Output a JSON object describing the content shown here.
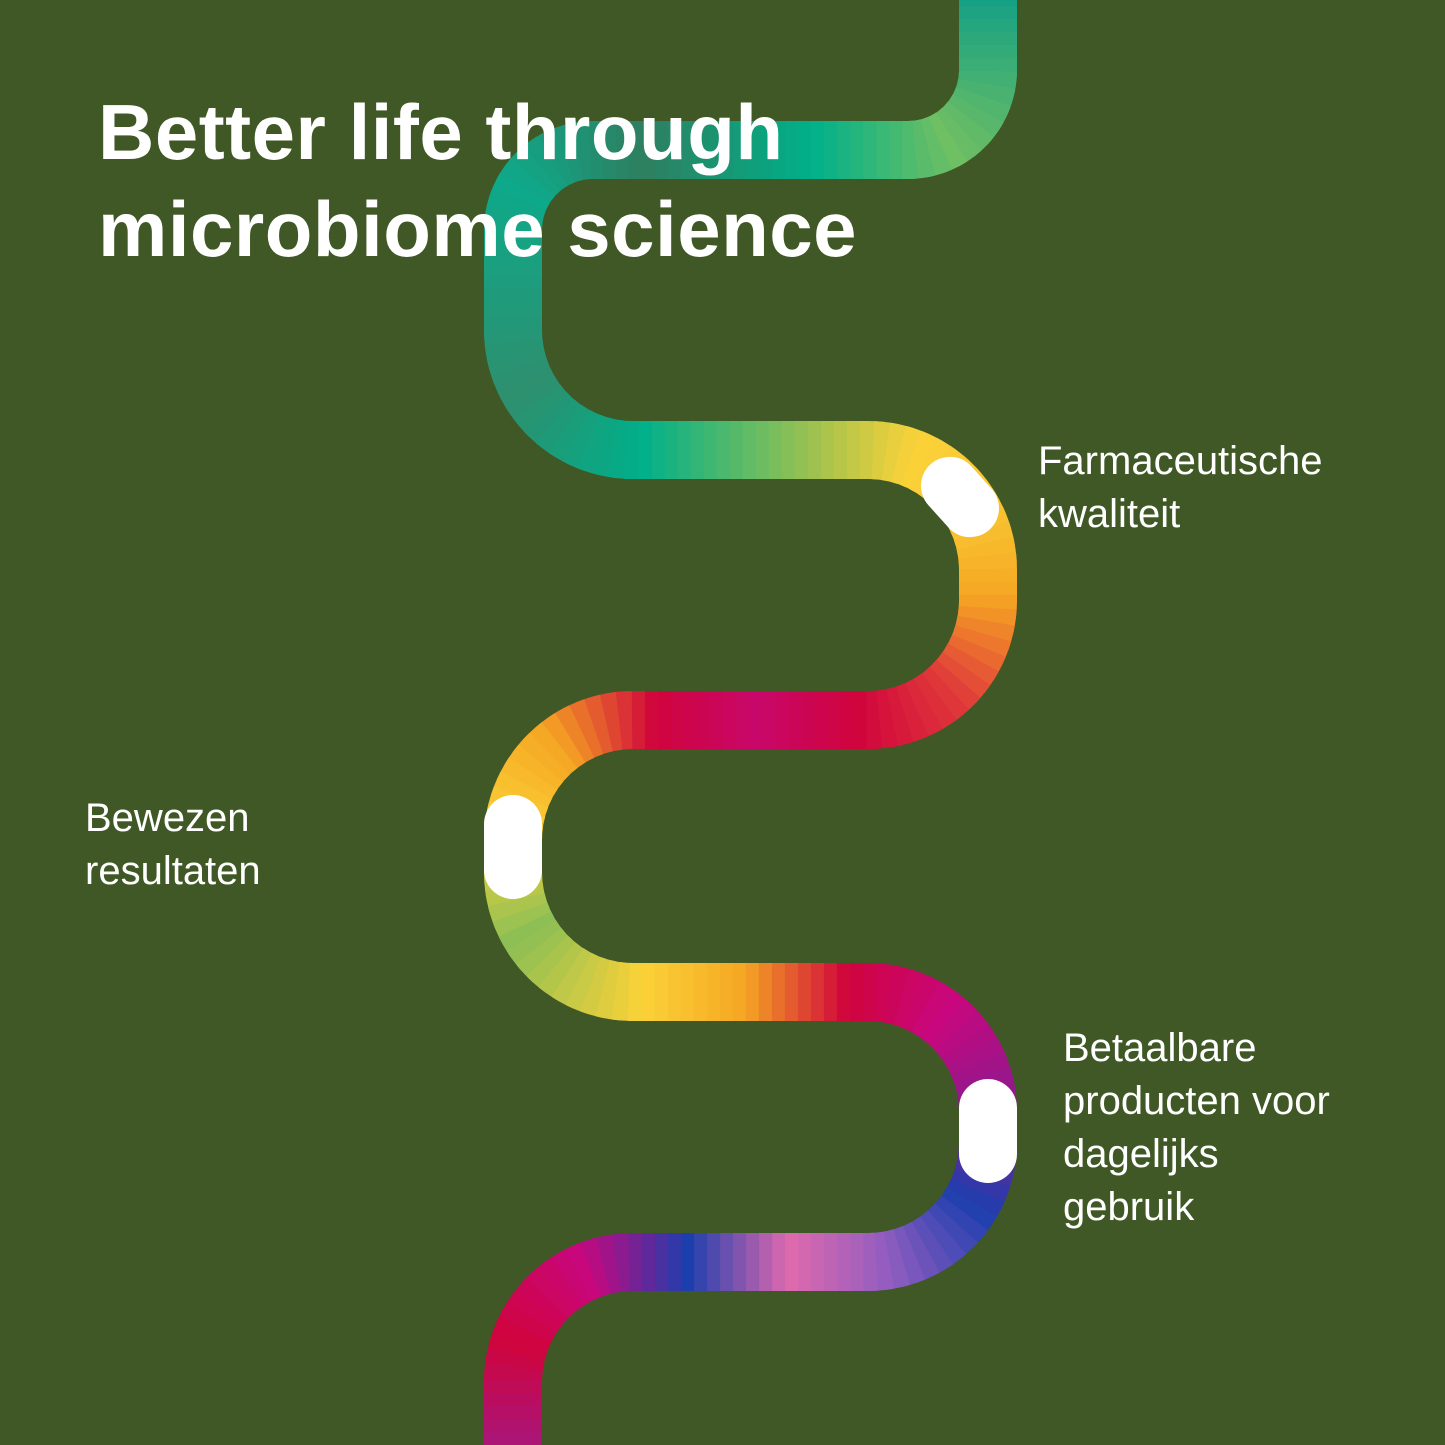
{
  "colors": {
    "background": "#3F5825",
    "text": "#FFFFFF",
    "marker": "#FFFFFF",
    "gradient": [
      "#0E9E86",
      "#00B08A",
      "#2E8A6E",
      "#9CC150",
      "#FBD238",
      "#F5A623",
      "#E03A3A",
      "#D0043C",
      "#C8077E",
      "#8E1A8E",
      "#1D3FAE",
      "#E06AAE"
    ]
  },
  "title": {
    "line1": "Better life through",
    "line2": "microbiome science"
  },
  "steps": [
    {
      "lines": [
        "Farmaceutische",
        "kwaliteit"
      ]
    },
    {
      "lines": [
        "Bewezen",
        "resultaten"
      ]
    },
    {
      "lines": [
        "Betaalbare",
        "producten voor",
        "dagelijks",
        "gebruik"
      ]
    }
  ]
}
